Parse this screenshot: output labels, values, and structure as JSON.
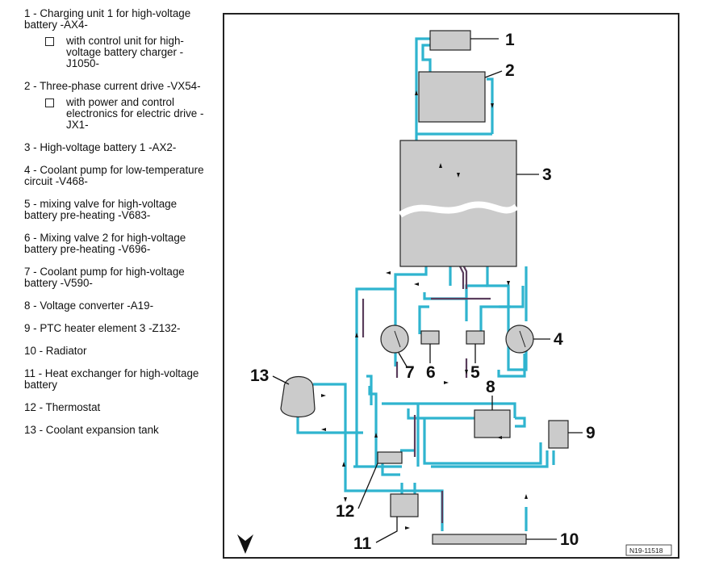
{
  "legend": [
    {
      "text": "1 - Charging unit 1 for high-voltage battery -AX4-",
      "sub": "with control unit for high-voltage battery charger -J1050-"
    },
    {
      "text": "2 - Three-phase current drive -VX54-",
      "sub": "with power and control electronics for electric drive -JX1-"
    },
    {
      "text": "3 - High-voltage battery 1 -AX2-"
    },
    {
      "text": "4 - Coolant pump for low-temperature circuit -V468-"
    },
    {
      "text": "5 - mixing valve for high-voltage battery pre-heating -V683-"
    },
    {
      "text": "6 - Mixing valve 2 for high-voltage battery pre-heating -V696-"
    },
    {
      "text": "7 - Coolant pump for high-voltage battery -V590-"
    },
    {
      "text": "8 - Voltage converter -A19-"
    },
    {
      "text": "9 - PTC heater element 3 -Z132-"
    },
    {
      "text": "10 - Radiator"
    },
    {
      "text": "11 - Heat exchanger for high-voltage battery"
    },
    {
      "text": "12 - Thermostat"
    },
    {
      "text": "13 - Coolant expansion tank"
    }
  ],
  "diagram": {
    "tags": [
      "1",
      "2",
      "3",
      "4",
      "5",
      "6",
      "7",
      "8",
      "9",
      "10",
      "11",
      "12",
      "13"
    ],
    "reference": "N19-11518",
    "colors": {
      "coolant_line": "#2fb4cf",
      "hv_line": "#5a3d5c",
      "component_fill": "#cbcbcb"
    }
  }
}
